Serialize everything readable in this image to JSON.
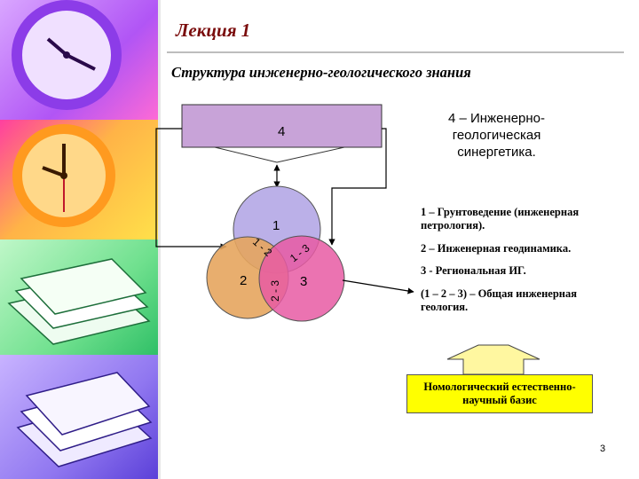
{
  "slide": {
    "title": "Лекция 1",
    "subtitle": "Структура инженерно-геологического знания",
    "number": "3"
  },
  "diagram": {
    "box_label": "4",
    "circles": {
      "c1": {
        "label": "1",
        "color": "#bbb0e8"
      },
      "c2": {
        "label": "2",
        "color": "#e6a55e"
      },
      "c3": {
        "label": "3",
        "color": "#e85aa3"
      }
    },
    "overlaps": {
      "o12": "1 - 2",
      "o13": "1 - 3",
      "o23": "2 - 3"
    }
  },
  "text": {
    "synergetics": "4 – Инженерно-геологическая синергетика.",
    "legend": [
      "1 – Грунтоведение (инженерная петрология).",
      "2 – Инженерная геодинамика.",
      "3 - Региональная ИГ.",
      "(1 – 2 – 3) – Общая инженерная геология."
    ],
    "basis": "Номологический естественно-научный базис"
  },
  "colors": {
    "box": "#c8a3d8",
    "arrow_fill": "#ffffff",
    "basis_bg": "#ffff00",
    "title": "#7a0c0c"
  }
}
